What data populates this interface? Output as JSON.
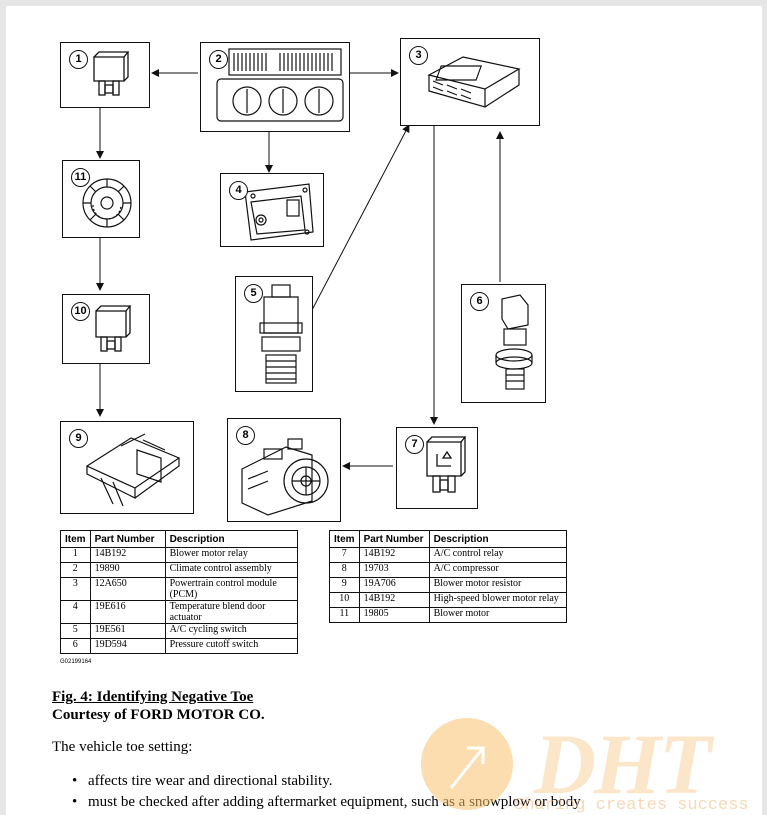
{
  "diagram": {
    "components": [
      {
        "num": "1",
        "icon": "relay-icon"
      },
      {
        "num": "2",
        "icon": "climate-control-panel-icon"
      },
      {
        "num": "3",
        "icon": "control-module-icon"
      },
      {
        "num": "4",
        "icon": "blend-door-actuator-icon"
      },
      {
        "num": "5",
        "icon": "cycling-switch-icon"
      },
      {
        "num": "6",
        "icon": "pressure-switch-icon"
      },
      {
        "num": "7",
        "icon": "relay-icon"
      },
      {
        "num": "8",
        "icon": "compressor-icon"
      },
      {
        "num": "9",
        "icon": "resistor-icon"
      },
      {
        "num": "10",
        "icon": "relay-icon"
      },
      {
        "num": "11",
        "icon": "blower-motor-icon"
      }
    ]
  },
  "table": {
    "headers": [
      "Item",
      "Part Number",
      "Description"
    ],
    "left_rows": [
      [
        "1",
        "14B192",
        "Blower motor relay"
      ],
      [
        "2",
        "19890",
        "Climate control assembly"
      ],
      [
        "3",
        "12A650",
        "Powertrain control module (PCM)"
      ],
      [
        "4",
        "19E616",
        "Temperature blend door actuator"
      ],
      [
        "5",
        "19E561",
        "A/C cycling switch"
      ],
      [
        "6",
        "19D594",
        "Pressure cutoff switch"
      ]
    ],
    "right_rows": [
      [
        "7",
        "14B192",
        "A/C control relay"
      ],
      [
        "8",
        "19703",
        "A/C compressor"
      ],
      [
        "9",
        "19A706",
        "Blower motor resistor"
      ],
      [
        "10",
        "14B192",
        "High-speed blower motor relay"
      ],
      [
        "11",
        "19805",
        "Blower motor"
      ]
    ]
  },
  "figure_code": "G02199164",
  "caption": {
    "title": "Fig. 4: Identifying Negative Toe",
    "courtesy": "Courtesy of FORD MOTOR CO."
  },
  "body_text": "The vehicle toe setting:",
  "bullets": [
    "affects tire wear and directional stability.",
    "must be checked after adding aftermarket equipment, such as a snowplow or body"
  ],
  "watermark": {
    "logo": "DHT",
    "slogan": "Sharing creates success",
    "colors": {
      "circle": "#fbc36e",
      "text": "#f0b97a"
    }
  }
}
